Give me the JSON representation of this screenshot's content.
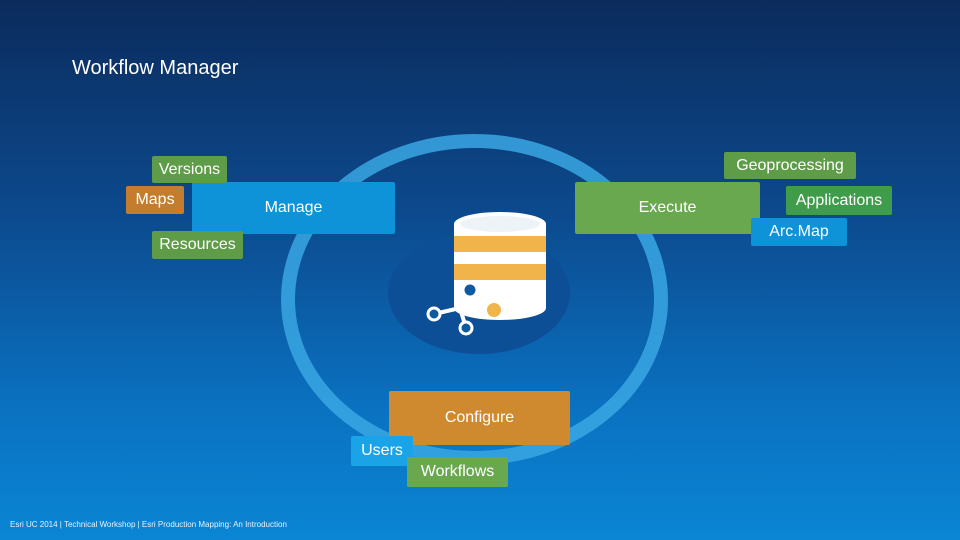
{
  "slide": {
    "title": "Workflow Manager",
    "footer": "Esri UC 2014 | Technical Workshop | Esri Production Mapping: An Introduction"
  },
  "diagram": {
    "center_icon": "database-workflow-icon",
    "nodes": {
      "manage": "Manage",
      "execute": "Execute",
      "configure": "Configure",
      "versions": "Versions",
      "maps": "Maps",
      "resources": "Resources",
      "geoprocessing": "Geoprocessing",
      "applications": "Applications",
      "arcmap": "Arc.Map",
      "users": "Users",
      "workflows": "Workflows"
    }
  },
  "colors": {
    "ring": "#3aa7e3",
    "green": "#6aa84f",
    "blue": "#0e92d8",
    "orange": "#c47c2e",
    "db_gold": "#f0b44a"
  }
}
